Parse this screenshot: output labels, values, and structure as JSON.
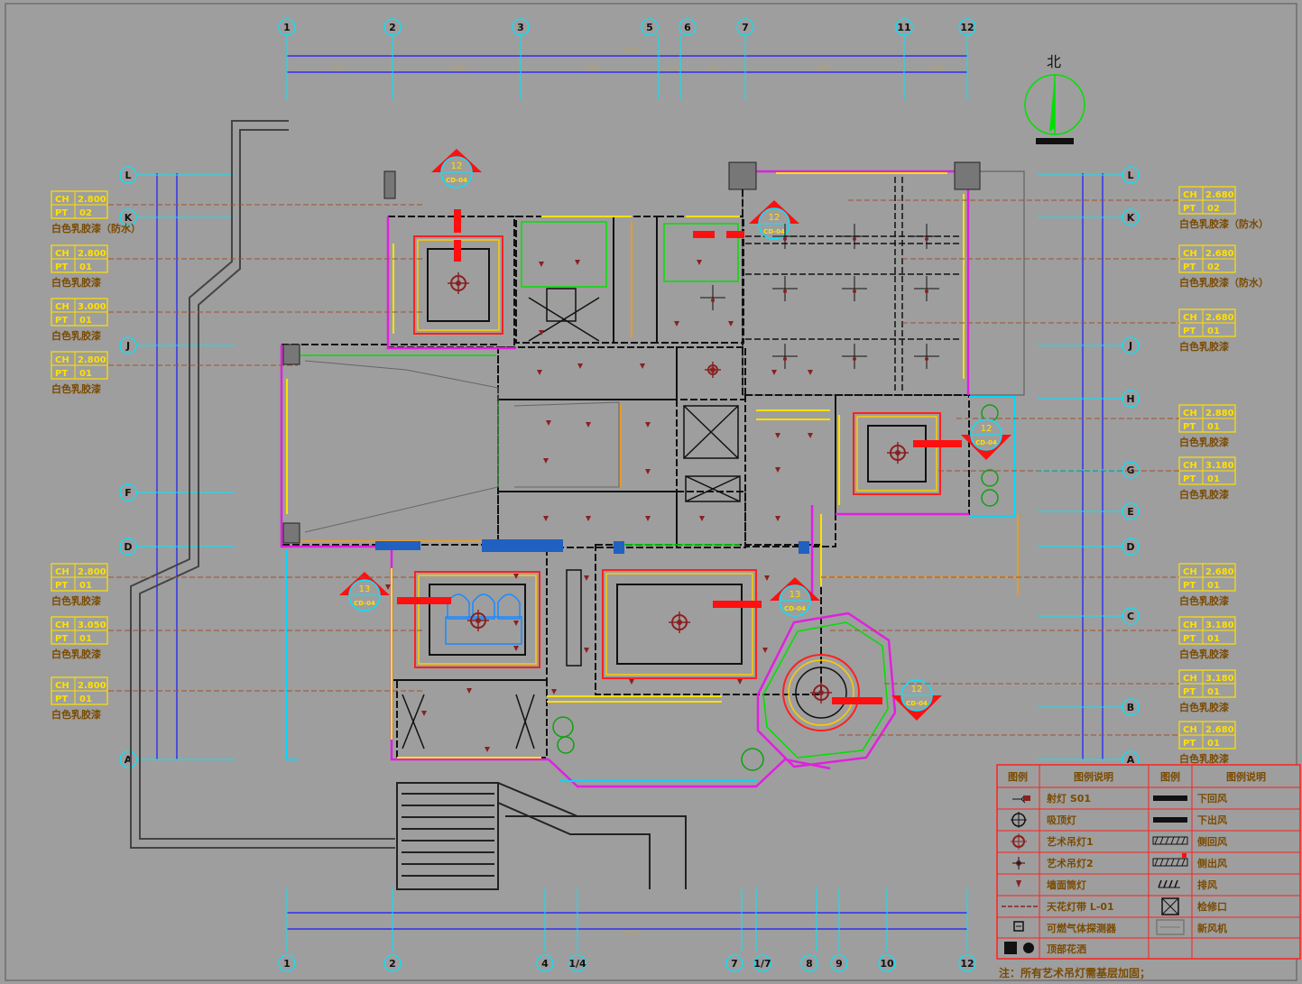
{
  "north_label": "北",
  "grid_top": [
    "1",
    "2",
    "3",
    "5",
    "6",
    "7",
    "11",
    "12"
  ],
  "grid_bottom": [
    "1",
    "2",
    "4",
    "1/4",
    "7",
    "1/7",
    "8",
    "9",
    "10",
    "12"
  ],
  "grid_left": [
    "L",
    "K",
    "J",
    "F",
    "D",
    "A"
  ],
  "grid_right": [
    "L",
    "K",
    "J",
    "H",
    "G",
    "E",
    "D",
    "C",
    "B",
    "A"
  ],
  "ceiling_tags_left": [
    {
      "ch": "2.800",
      "pt": "02",
      "desc": "白色乳胶漆（防水）"
    },
    {
      "ch": "2.800",
      "pt": "01",
      "desc": "白色乳胶漆"
    },
    {
      "ch": "3.000",
      "pt": "01",
      "desc": "白色乳胶漆"
    },
    {
      "ch": "2.800",
      "pt": "01",
      "desc": "白色乳胶漆"
    },
    {
      "ch": "2.800",
      "pt": "01",
      "desc": "白色乳胶漆"
    },
    {
      "ch": "3.050",
      "pt": "01",
      "desc": "白色乳胶漆"
    },
    {
      "ch": "2.800",
      "pt": "01",
      "desc": "白色乳胶漆"
    }
  ],
  "ceiling_tags_right": [
    {
      "ch": "2.680",
      "pt": "02",
      "desc": "白色乳胶漆（防水）"
    },
    {
      "ch": "2.680",
      "pt": "02",
      "desc": "白色乳胶漆（防水）"
    },
    {
      "ch": "2.680",
      "pt": "01",
      "desc": "白色乳胶漆"
    },
    {
      "ch": "2.880",
      "pt": "01",
      "desc": "白色乳胶漆"
    },
    {
      "ch": "3.180",
      "pt": "01",
      "desc": "白色乳胶漆"
    },
    {
      "ch": "2.680",
      "pt": "01",
      "desc": "白色乳胶漆"
    },
    {
      "ch": "3.180",
      "pt": "01",
      "desc": "白色乳胶漆"
    },
    {
      "ch": "3.180",
      "pt": "01",
      "desc": "白色乳胶漆"
    },
    {
      "ch": "2.680",
      "pt": "01",
      "desc": "白色乳胶漆"
    }
  ],
  "tag_keys": {
    "ch": "CH",
    "pt": "PT"
  },
  "section_marks": [
    {
      "num": "12",
      "ref": "CD-04"
    },
    {
      "num": "12",
      "ref": "CD-04"
    },
    {
      "num": "12",
      "ref": "CD-04"
    },
    {
      "num": "13",
      "ref": "CD-04"
    },
    {
      "num": "13",
      "ref": "CD-04"
    },
    {
      "num": "12",
      "ref": "CD-04"
    }
  ],
  "legend": {
    "headers": [
      "图例",
      "图例说明",
      "图例",
      "图例说明"
    ],
    "left_items": [
      "射灯 S01",
      "吸顶灯",
      "艺术吊灯1",
      "艺术吊灯2",
      "墙面筒灯",
      "天花灯带 L-01",
      "可燃气体探测器",
      "顶部花洒"
    ],
    "right_items": [
      "下回风",
      "下出风",
      "侧回风",
      "侧出风",
      "排风",
      "检修口",
      "新风机"
    ]
  },
  "note": "注：所有艺术吊灯需基层加固；"
}
